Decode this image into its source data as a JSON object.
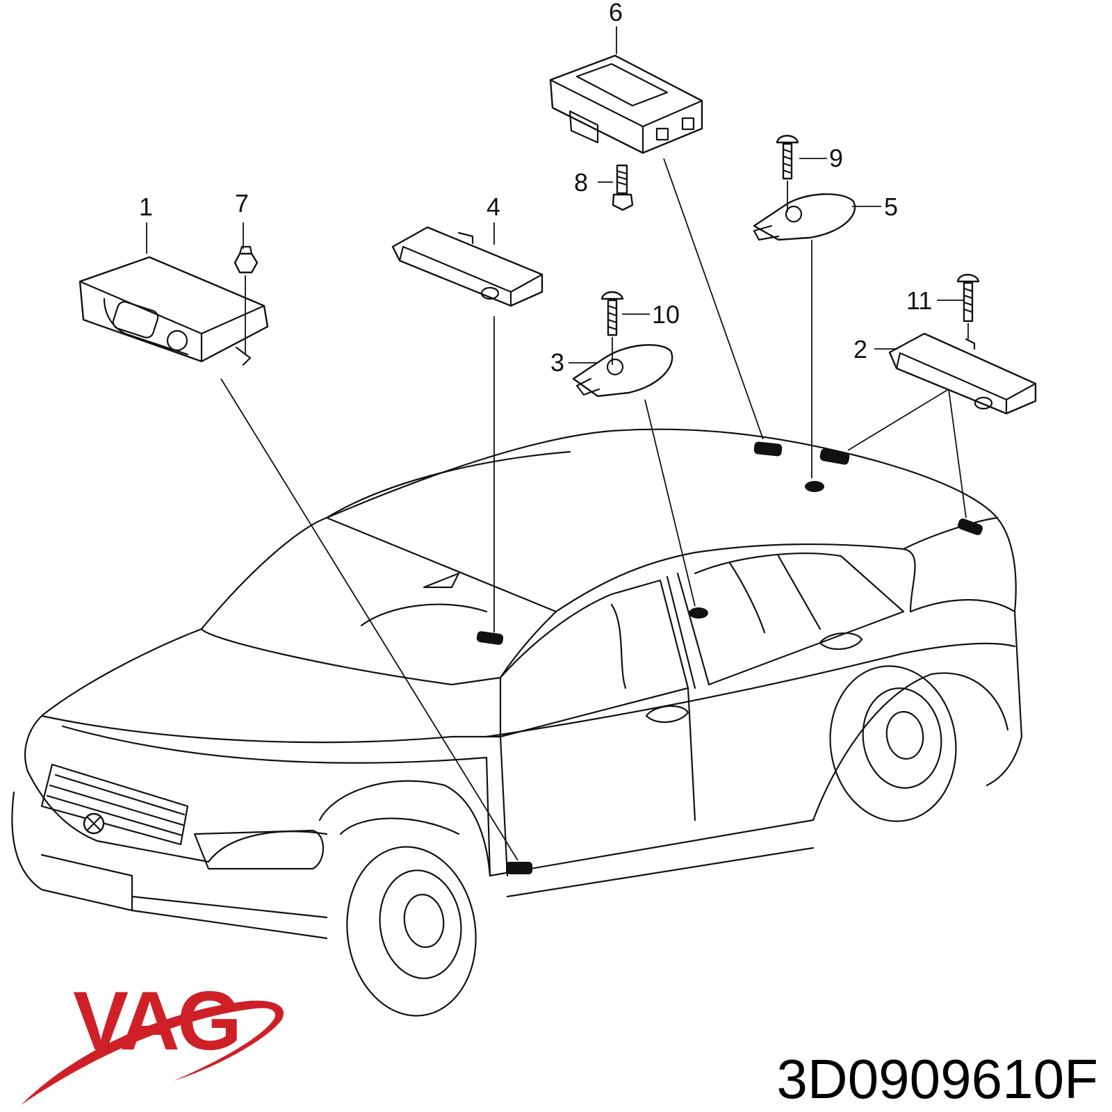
{
  "callouts": [
    "1",
    "2",
    "3",
    "4",
    "5",
    "6",
    "7",
    "8",
    "9",
    "10",
    "11"
  ],
  "brand": {
    "name": "VAG",
    "color": "#cf2027"
  },
  "part_number": "3D0909610F"
}
